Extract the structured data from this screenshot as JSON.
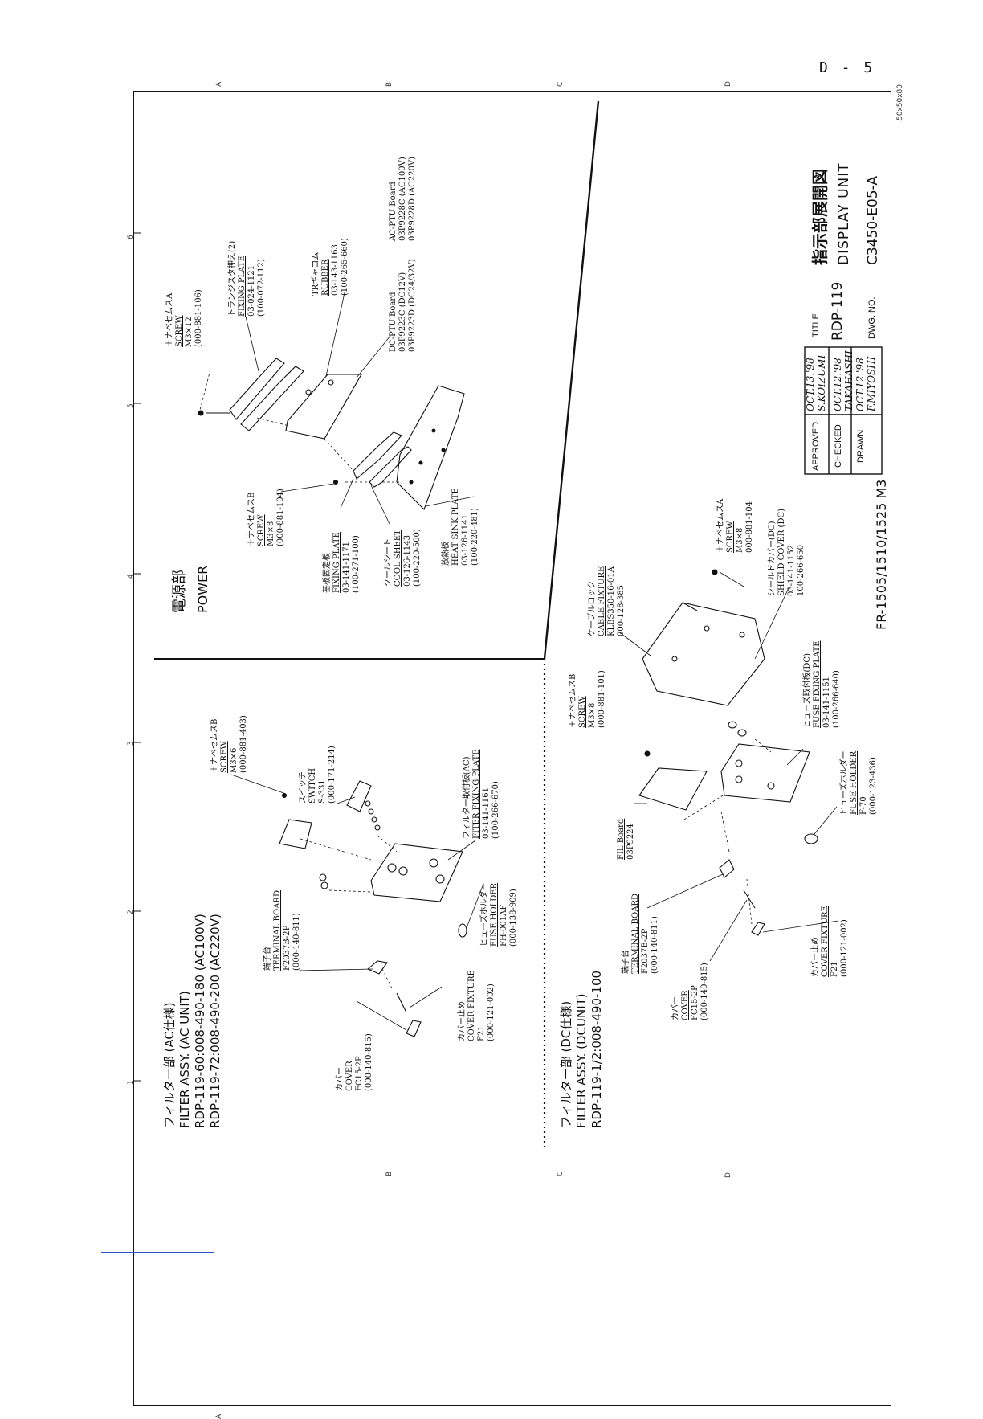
{
  "page_number": "D - 5",
  "side_code": "50x50x80",
  "zones_top": [
    "A",
    "B",
    "C",
    "D"
  ],
  "zones_bottom": [
    "A",
    "B",
    "C",
    "D"
  ],
  "zones_side": [
    "6",
    "5",
    "4",
    "3",
    "2",
    "1"
  ],
  "title_block": {
    "approved_label": "APPROVED",
    "approved_sign": "OCT.13.'98",
    "approved_name": "S.KOIZUMI",
    "checked_label": "CHECKED",
    "checked_sign": "OCT.12.'98",
    "checked_name": "TAKAHASHI",
    "drawn_label": "DRAWN",
    "drawn_sign": "OCT.12.'98",
    "drawn_name": "F.MIYOSHI",
    "title_label": "TITLE",
    "title_value": "RDP-119",
    "title_jp": "指示部展開図",
    "title_en": "DISPLAY UNIT",
    "dwg_label": "DWG. NO.",
    "dwg_no": "C3450-E05-A",
    "model": "FR-1505/1510/1525 M3"
  },
  "power": {
    "title_jp": "電源部",
    "title_en": "POWER",
    "labels": [
      {
        "jp": "＋ナベセムスA",
        "name": "SCREW",
        "p1": "M3×12",
        "p2": "(000-881-106)"
      },
      {
        "jp": "トランジスタ押え(2)",
        "name": "FIXING PLATE",
        "p1": "03-024-1121",
        "p2": "(100-072-112)"
      },
      {
        "jp": "TRギャコム",
        "name": "RUBBER",
        "p1": "03-143-1163",
        "p2": "(100-265-660)"
      },
      {
        "jp": "AC-PTU Board",
        "name": "03P9228C (AC100V)",
        "p1": "03P9228D (AC220V)",
        "p2": ""
      },
      {
        "jp": "DC-PTU Board",
        "name": "03P9223C (DC12V)",
        "p1": "03P9223D (DC24/32V)",
        "p2": ""
      },
      {
        "jp": "＋ナベセムスB",
        "name": "SCREW",
        "p1": "M3×8",
        "p2": "(000-881-104)"
      },
      {
        "jp": "基板固定板",
        "name": "FIXING PLATE",
        "p1": "03-141-1171",
        "p2": "(100-271-100)"
      },
      {
        "jp": "クールシート",
        "name": "COOL SHEET",
        "p1": "03-126-1143",
        "p2": "(100-220-500)"
      },
      {
        "jp": "放熱板",
        "name": "HEAT SINK PLATE",
        "p1": "03-126-1141",
        "p2": "(100-220-481)"
      }
    ]
  },
  "ac_filter": {
    "title_jp": "フィルター部 (AC仕様)",
    "title_en": "FILTER ASSY. (AC UNIT)",
    "line1": "RDP-119-60:008-490-180 (AC100V)",
    "line2": "RDP-119-72:008-490-200 (AC220V)",
    "labels": [
      {
        "jp": "＋ナベセムスB",
        "name": "SCREW",
        "p1": "M3×6",
        "p2": "(000-881-403)"
      },
      {
        "jp": "スイッチ",
        "name": "SWITCH",
        "p1": "S-331",
        "p2": "(000-171-214)"
      },
      {
        "jp": "フィルター取付板(AC)",
        "name": "FITER FIXING PLATE",
        "p1": "03-141-1161",
        "p2": "(100-266-670)"
      },
      {
        "jp": "ヒューズホルダー",
        "name": "FUSE HOLDER",
        "p1": "FH-001AF",
        "p2": "(000-138-909)"
      },
      {
        "jp": "端子台",
        "name": "TERMINAL BOARD",
        "p1": "F2037B-2P",
        "p2": "(000-140-811)"
      },
      {
        "jp": "カバー止め",
        "name": "COVER FIXTURE",
        "p1": "F21",
        "p2": "(000-121-002)"
      },
      {
        "jp": "カバー",
        "name": "COVER",
        "p1": "FC15-2P",
        "p2": "(000-140-815)"
      }
    ]
  },
  "dc_filter": {
    "title_jp": "フィルター部 (DC仕様)",
    "title_en": "FILTER ASSY. (DCUNIT)",
    "line1": "RDP-119-1/2:008-490-100",
    "labels": [
      {
        "jp": "ケーブルロック",
        "name": "CABLE FIXTURE",
        "p1": "KLBS350-16-01A",
        "p2": "000-128-385"
      },
      {
        "jp": "＋ナベセムスA",
        "name": "SCREW",
        "p1": "M3×8",
        "p2": "000-881-104"
      },
      {
        "jp": "シールドカバー(DC)",
        "name": "SHIELD COVER (DC)",
        "p1": "03-141-1152",
        "p2": "100-266-650"
      },
      {
        "jp": "＋ナベセムスB",
        "name": "SCREW",
        "p1": "M3×8",
        "p2": "(000-881-101)"
      },
      {
        "jp": "ヒューズ取付板(DC)",
        "name": "FUSE FIXING PLATE",
        "p1": "03-141-1151",
        "p2": "(100-266-640)"
      },
      {
        "jp": "FIL Board",
        "name": "03P9224",
        "p1": "",
        "p2": ""
      },
      {
        "jp": "ヒューズホルダー",
        "name": "FUSE HOLDER",
        "p1": "F-70",
        "p2": "(000-123-436)"
      },
      {
        "jp": "端子台",
        "name": "TERMINAL BOARD",
        "p1": "F2037B-2P",
        "p2": "(000-140-811)"
      },
      {
        "jp": "カバー",
        "name": "COVER",
        "p1": "FC15-2P",
        "p2": "(000-140-815)"
      },
      {
        "jp": "カバー止め",
        "name": "COVER FIXTURE",
        "p1": "F21",
        "p2": "(000-121-002)"
      }
    ]
  }
}
